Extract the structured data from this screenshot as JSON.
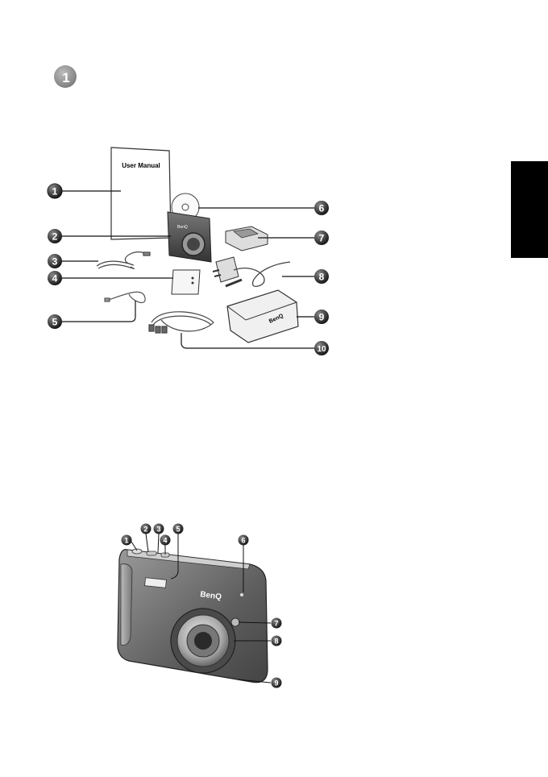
{
  "page": {
    "chapter_badge": "1",
    "side_tab_color": "#000000"
  },
  "package_figure": {
    "manual_title": "User Manual",
    "camera_brand": "BenQ",
    "pouch_brand": "BenQ",
    "callouts": [
      "1",
      "2",
      "3",
      "4",
      "5",
      "6",
      "7",
      "8",
      "9",
      "10"
    ]
  },
  "camera_figure": {
    "brand": "BenQ",
    "callouts": [
      "1",
      "2",
      "3",
      "4",
      "5",
      "6",
      "7",
      "8",
      "9"
    ]
  },
  "colors": {
    "callout_fill": "#333333",
    "camera_body": "#6f6f6f",
    "line": "#111111"
  }
}
